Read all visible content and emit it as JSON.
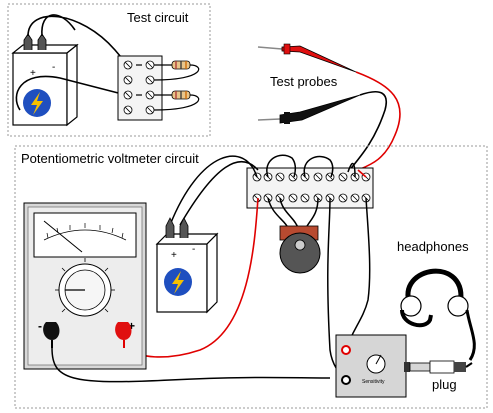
{
  "labels": {
    "test_circuit": "Test circuit",
    "test_probes": "Test probes",
    "pot_circuit": "Potentiometric voltmeter circuit",
    "headphones": "headphones",
    "plug": "plug",
    "sensitivity": "Sensitivity",
    "battery_pos": "+",
    "battery_neg": "-",
    "meter_neg": "-",
    "meter_pos": "+"
  },
  "colors": {
    "red_wire": "#e00000",
    "red_probe": "#e01010",
    "black_probe": "#111111",
    "battery_yellow": "#f5c000",
    "battery_blue": "#1f4fbf",
    "pot_knob": "#555555",
    "pot_body": "#b84a30",
    "detector_box": "#d6d6d6"
  },
  "icons": [
    "battery-icon",
    "voltmeter-icon",
    "potentiometer-icon",
    "headphones-icon",
    "plug-icon",
    "terminal-strip-icon",
    "resistor-icon",
    "probe-icon"
  ]
}
